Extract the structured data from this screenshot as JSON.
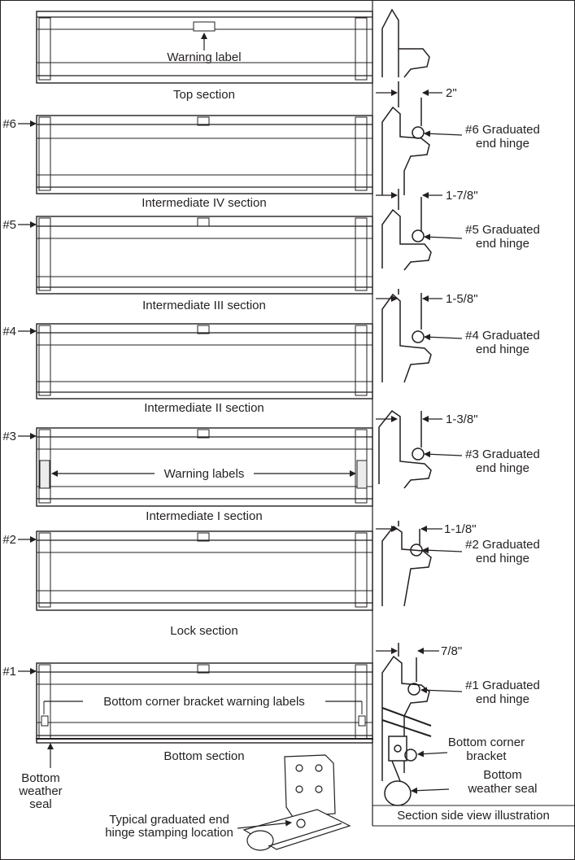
{
  "sections": [
    {
      "name": "Top section",
      "hinge_label": "",
      "warning_text": "Warning label"
    },
    {
      "name": "Intermediate IV section",
      "hinge_label": "#6",
      "warning_text": ""
    },
    {
      "name": "Intermediate III section",
      "hinge_label": "#5",
      "warning_text": ""
    },
    {
      "name": "Intermediate II section",
      "hinge_label": "#4",
      "warning_text": ""
    },
    {
      "name": "Intermediate I section",
      "hinge_label": "#3",
      "warning_text": "Warning labels"
    },
    {
      "name": "Lock section",
      "hinge_label": "#2",
      "warning_text": ""
    },
    {
      "name": "Bottom section",
      "hinge_label": "#1",
      "warning_text": "Bottom corner bracket warning labels"
    }
  ],
  "side_views": [
    {
      "dimension": "",
      "hinge_line1": "",
      "hinge_line2": ""
    },
    {
      "dimension": "2\"",
      "hinge_line1": "#6 Graduated",
      "hinge_line2": "end hinge"
    },
    {
      "dimension": "1-7/8\"",
      "hinge_line1": "#5 Graduated",
      "hinge_line2": "end hinge"
    },
    {
      "dimension": "1-5/8\"",
      "hinge_line1": "#4 Graduated",
      "hinge_line2": "end hinge"
    },
    {
      "dimension": "1-3/8\"",
      "hinge_line1": "#3 Graduated",
      "hinge_line2": "end hinge"
    },
    {
      "dimension": "1-1/8\"",
      "hinge_line1": "#2 Graduated",
      "hinge_line2": "end hinge"
    },
    {
      "dimension": "7/8\"",
      "hinge_line1": "#1 Graduated",
      "hinge_line2": "end hinge"
    }
  ],
  "bottom_callouts": {
    "corner_bracket_line1": "Bottom corner",
    "corner_bracket_line2": "bracket",
    "weather_seal_right_line1": "Bottom",
    "weather_seal_right_line2": "weather seal",
    "weather_seal_left_line1": "Bottom",
    "weather_seal_left_line2": "weather",
    "weather_seal_left_line3": "seal",
    "stamping_line1": "Typical graduated end",
    "stamping_line2": "hinge stamping location"
  },
  "caption": "Section side view illustration"
}
